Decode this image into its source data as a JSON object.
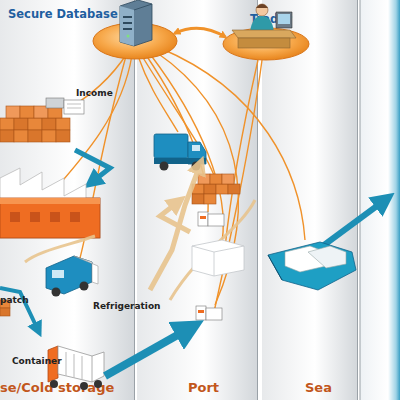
{
  "diagram": {
    "nodes": [
      {
        "text": [
          "Secure Database"
        ]
      },
      {
        "text": [
          "Trader"
        ]
      },
      {
        "text": [
          "se/Cold storage"
        ]
      },
      {
        "text": [
          "Port"
        ]
      },
      {
        "text": [
          "Sea"
        ]
      }
    ],
    "edges": [
      {
        "from": 0,
        "to": 1,
        "arrow": "both"
      }
    ],
    "labels": [
      "Income",
      "patch",
      "Refrigeration",
      "Container"
    ]
  }
}
